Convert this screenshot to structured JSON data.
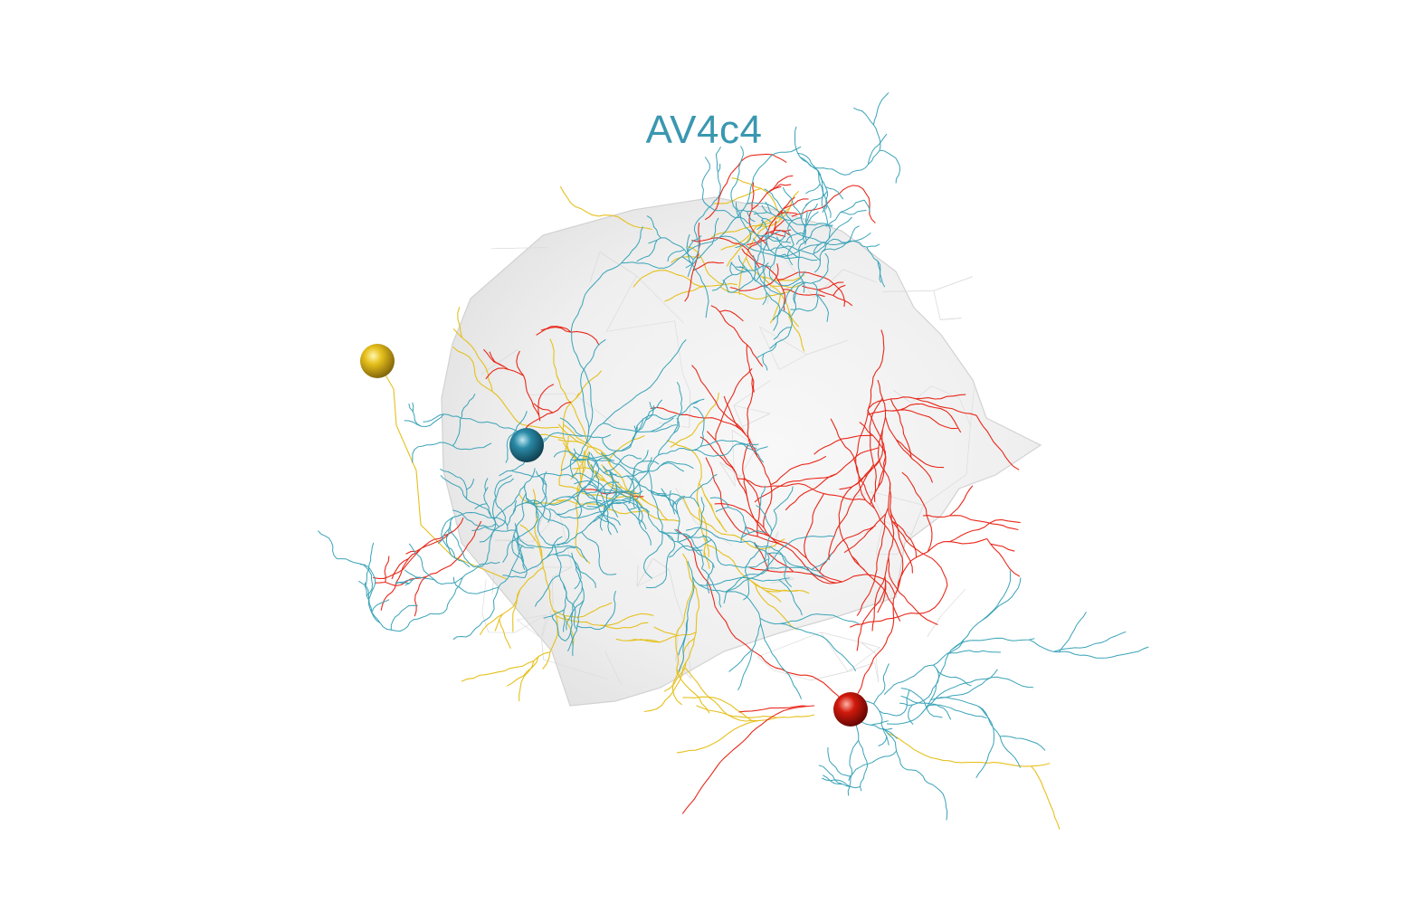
{
  "title": "AV4c4",
  "colors": {
    "background": "#ffffff",
    "title": "#3a97b0",
    "mesh_fill": "#e6e6e6",
    "mesh_edge": "#d4d4d4",
    "neuron_cyan": "#3aa3b8",
    "neuron_red": "#e8281a",
    "neuron_yellow": "#e6c01c",
    "soma_yellow": "#d9b21a",
    "soma_teal": "#1f7b97",
    "soma_red": "#c41208"
  },
  "objects": {
    "neuropil_mesh": "translucent-brain-neuropil",
    "neurons": [
      {
        "name": "cyan-neuron",
        "color": "neuron_cyan",
        "soma_color": "soma_teal"
      },
      {
        "name": "red-neuron",
        "color": "neuron_red",
        "soma_color": "soma_red"
      },
      {
        "name": "yellow-neuron",
        "color": "neuron_yellow",
        "soma_color": "soma_yellow"
      }
    ]
  }
}
